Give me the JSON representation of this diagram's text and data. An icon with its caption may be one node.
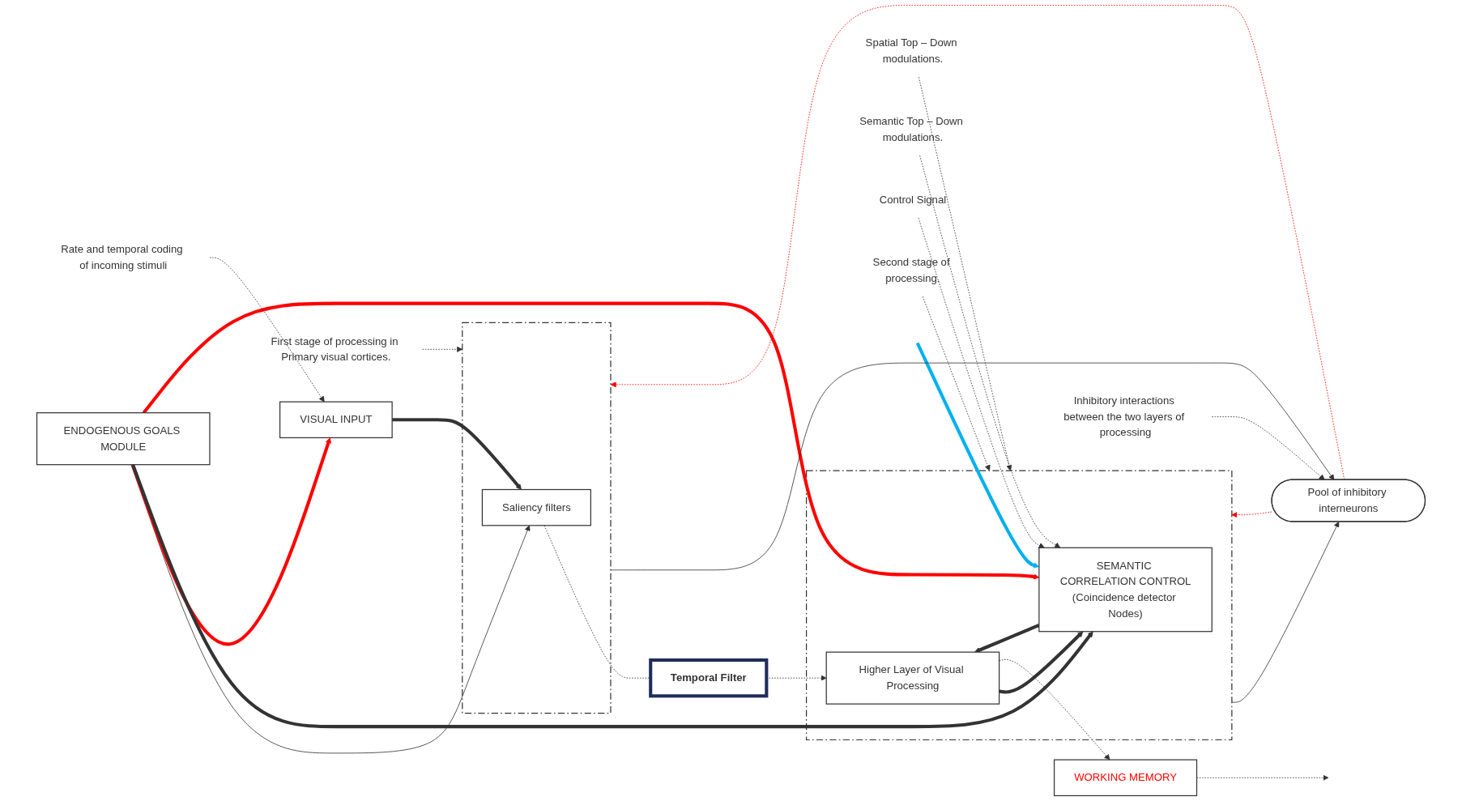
{
  "diagram": {
    "nodes": [
      {
        "text": [
          "ENDOGENOUS GOALS MODULE"
        ]
      },
      {
        "text": [],
        "shape": "box"
      },
      {
        "text": [
          "Saliency filters"
        ],
        "in": 1
      },
      {
        "text": [
          "VISUAL INPUT"
        ]
      },
      {
        "text": [
          "Temporal Filter"
        ]
      },
      {
        "text": [],
        "shape": "box"
      },
      {
        "text": [
          "SEMANTIC CORRELATION CONTROL",
          "(Coincidence detector Nodes)"
        ],
        "in": 5
      },
      {
        "text": [
          "Higher Layer of Visual Processing"
        ],
        "in": 5
      },
      {
        "text": [
          "WORKING MEMORY"
        ]
      },
      {
        "text": [
          "Pool of inhibitory interneurons"
        ]
      },
      {
        "text": [
          "Spatial Top – Down modulations."
        ]
      },
      {
        "text": [
          "Semantic Top – Down modulations."
        ]
      },
      {
        "text": [
          "Rate and temporal coding of incoming stimuli"
        ]
      },
      {
        "text": [
          "Control Signal"
        ]
      },
      {
        "text": [
          "First stage of processing in Primary visual cortices."
        ]
      },
      {
        "text": [
          "Second stage of processing."
        ]
      },
      {
        "text": [
          "Inhibitory interactions between the two layers of processing"
        ]
      }
    ],
    "edges": [
      {
        "from": 3,
        "to": 2,
        "arrow": "to",
        "style": "thick"
      },
      {
        "from": 0,
        "to": 2,
        "arrow": "to"
      },
      {
        "from": 0,
        "to": 3,
        "arrow": "to",
        "style": "thick",
        "color": "#ff0000"
      },
      {
        "from": 0,
        "to": 6,
        "arrow": "to",
        "style": "thick"
      },
      {
        "from": 0,
        "to": 6,
        "arrow": "to",
        "style": "thick",
        "color": "#ff0000"
      },
      {
        "from": null,
        "to": 6,
        "arrow": "to",
        "style": "thick",
        "color": "#00b0f0"
      },
      {
        "from": 2,
        "to": 4,
        "arrow": "none",
        "style": "dashed"
      },
      {
        "from": 4,
        "to": 7,
        "arrow": "to",
        "style": "dashed"
      },
      {
        "from": 7,
        "to": 6,
        "arrow": "to",
        "style": "thick"
      },
      {
        "from": 6,
        "to": 7,
        "arrow": "to",
        "style": "thick"
      },
      {
        "from": 7,
        "to": 8,
        "arrow": "to",
        "style": "dashed"
      },
      {
        "from": 8,
        "to": null,
        "arrow": "to",
        "style": "dashed"
      },
      {
        "from": 1,
        "to": 9,
        "arrow": "to"
      },
      {
        "from": 9,
        "to": 1,
        "arrow": "to",
        "style": "dashed",
        "color": "#ff0000"
      },
      {
        "from": 5,
        "to": 9,
        "arrow": "to"
      },
      {
        "from": 9,
        "to": 5,
        "arrow": "to",
        "style": "dashed",
        "color": "#ff0000"
      },
      {
        "from": 10,
        "to": 5,
        "arrow": "to",
        "style": "dashed"
      },
      {
        "from": 11,
        "to": 6,
        "arrow": "to",
        "style": "dashed"
      },
      {
        "from": 12,
        "to": 3,
        "arrow": "to",
        "style": "dashed"
      },
      {
        "from": 13,
        "to": 6,
        "arrow": "to",
        "style": "dashed"
      },
      {
        "from": 14,
        "to": 1,
        "arrow": "to",
        "style": "dashed"
      },
      {
        "from": 15,
        "to": 5,
        "arrow": "to",
        "style": "dashed"
      },
      {
        "from": 16,
        "to": 9,
        "arrow": "to",
        "style": "dashed"
      }
    ]
  }
}
